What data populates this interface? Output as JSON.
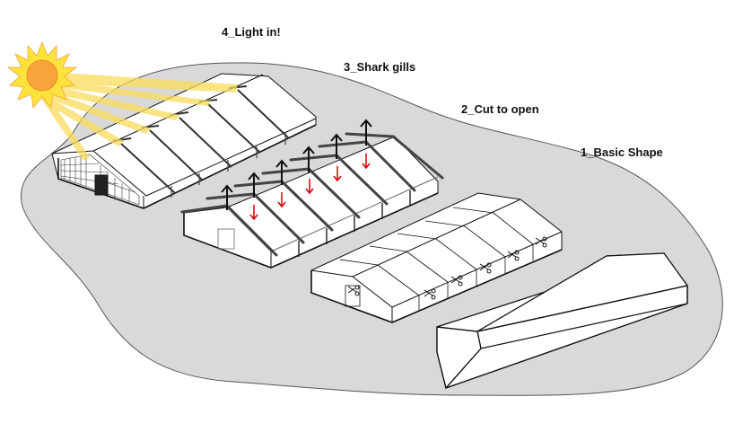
{
  "diagram": {
    "title": "Shark-gill roof evolution",
    "steps": [
      {
        "id": "step-4",
        "label": "4_Light in!"
      },
      {
        "id": "step-3",
        "label": "3_Shark gills"
      },
      {
        "id": "step-2",
        "label": "2_Cut to open"
      },
      {
        "id": "step-1",
        "label": "1_Basic Shape"
      }
    ],
    "colors": {
      "ground": "#d9d9d9",
      "outline": "#222222",
      "building_fill": "#ffffff",
      "sun_core": "#f7a53a",
      "sun_rays": "#fbe23c",
      "light_beams": "#f9dc5c",
      "open_arrow": "#111111",
      "down_arrow": "#d40000"
    },
    "icons": {
      "sun": "sun-icon",
      "cut": "scissors-icon",
      "lift": "arrow-up-icon",
      "push": "arrow-down-icon"
    }
  }
}
